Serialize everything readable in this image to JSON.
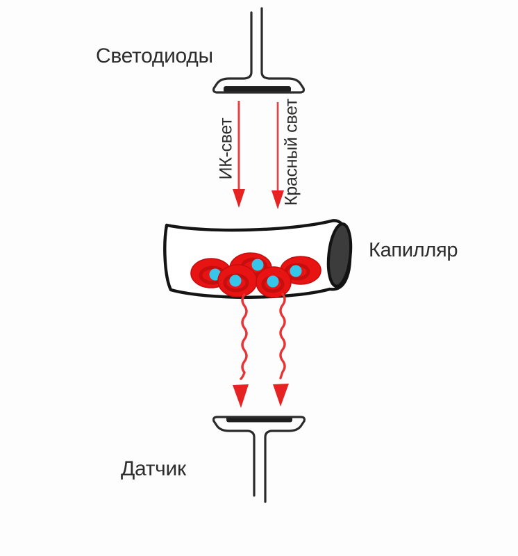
{
  "labels": {
    "leds": "Светодиоды",
    "ir_light": "ИК-свет",
    "red_light": "Красный свет",
    "capillary": "Капилляр",
    "sensor": "Датчик"
  },
  "counts": {
    "blood_cells": 5,
    "incident_light_beams": 2,
    "transmitted_light_beams": 2
  },
  "colors": {
    "beam_red": "#e64040",
    "arrowhead_red": "#e62323",
    "blood_cell_red": "#e81414",
    "blood_cell_shade": "#c00d0d",
    "cell_dot_cyan": "#38c5ea",
    "symbol_outline": "#2b2b2b",
    "capillary_outline": "#141414",
    "dark_fill": "#1f1f1f",
    "capillary_end_fill": "#3c3c3c",
    "background": "#fdfdfd",
    "text": "#2d2d2d"
  }
}
